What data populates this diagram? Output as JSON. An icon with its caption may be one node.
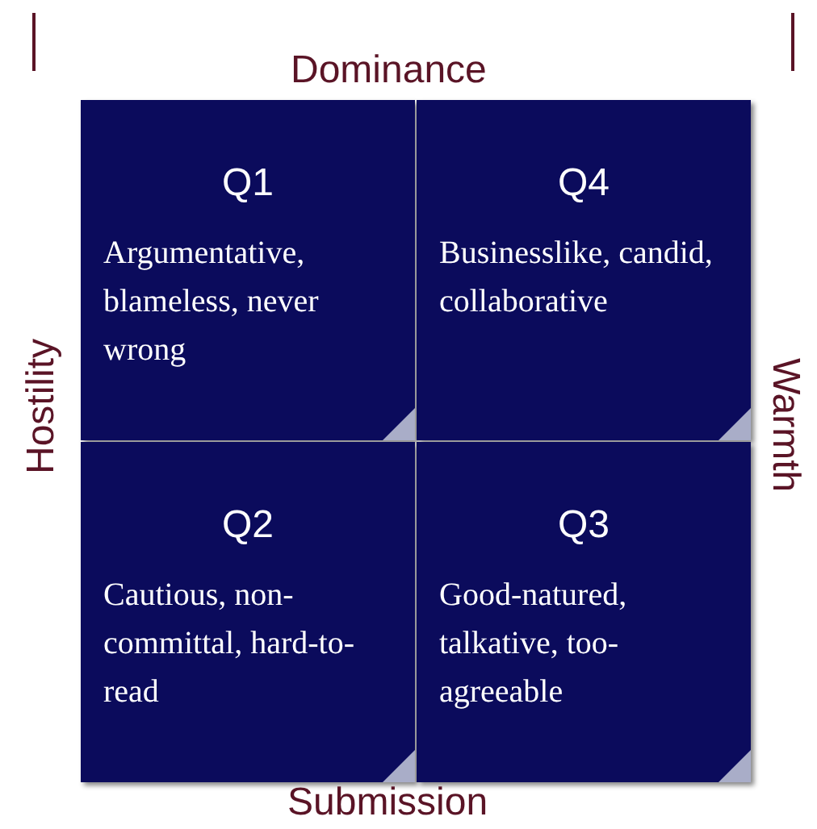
{
  "diagram": {
    "nodes": [
      {
        "text": [
          "Q1",
          "Argumentative, blameless, never wrong"
        ]
      },
      {
        "text": [
          "Q4",
          "Businesslike, candid, collaborative"
        ]
      },
      {
        "text": [
          "Q2",
          "Cautious, non-committal, hard-to-read"
        ]
      },
      {
        "text": [
          "Q3",
          "Good-natured, talkative, too-agreeable"
        ]
      }
    ],
    "edges": [],
    "labels": [
      "Dominance",
      "Hostility",
      "Warmth",
      "Submission"
    ]
  }
}
